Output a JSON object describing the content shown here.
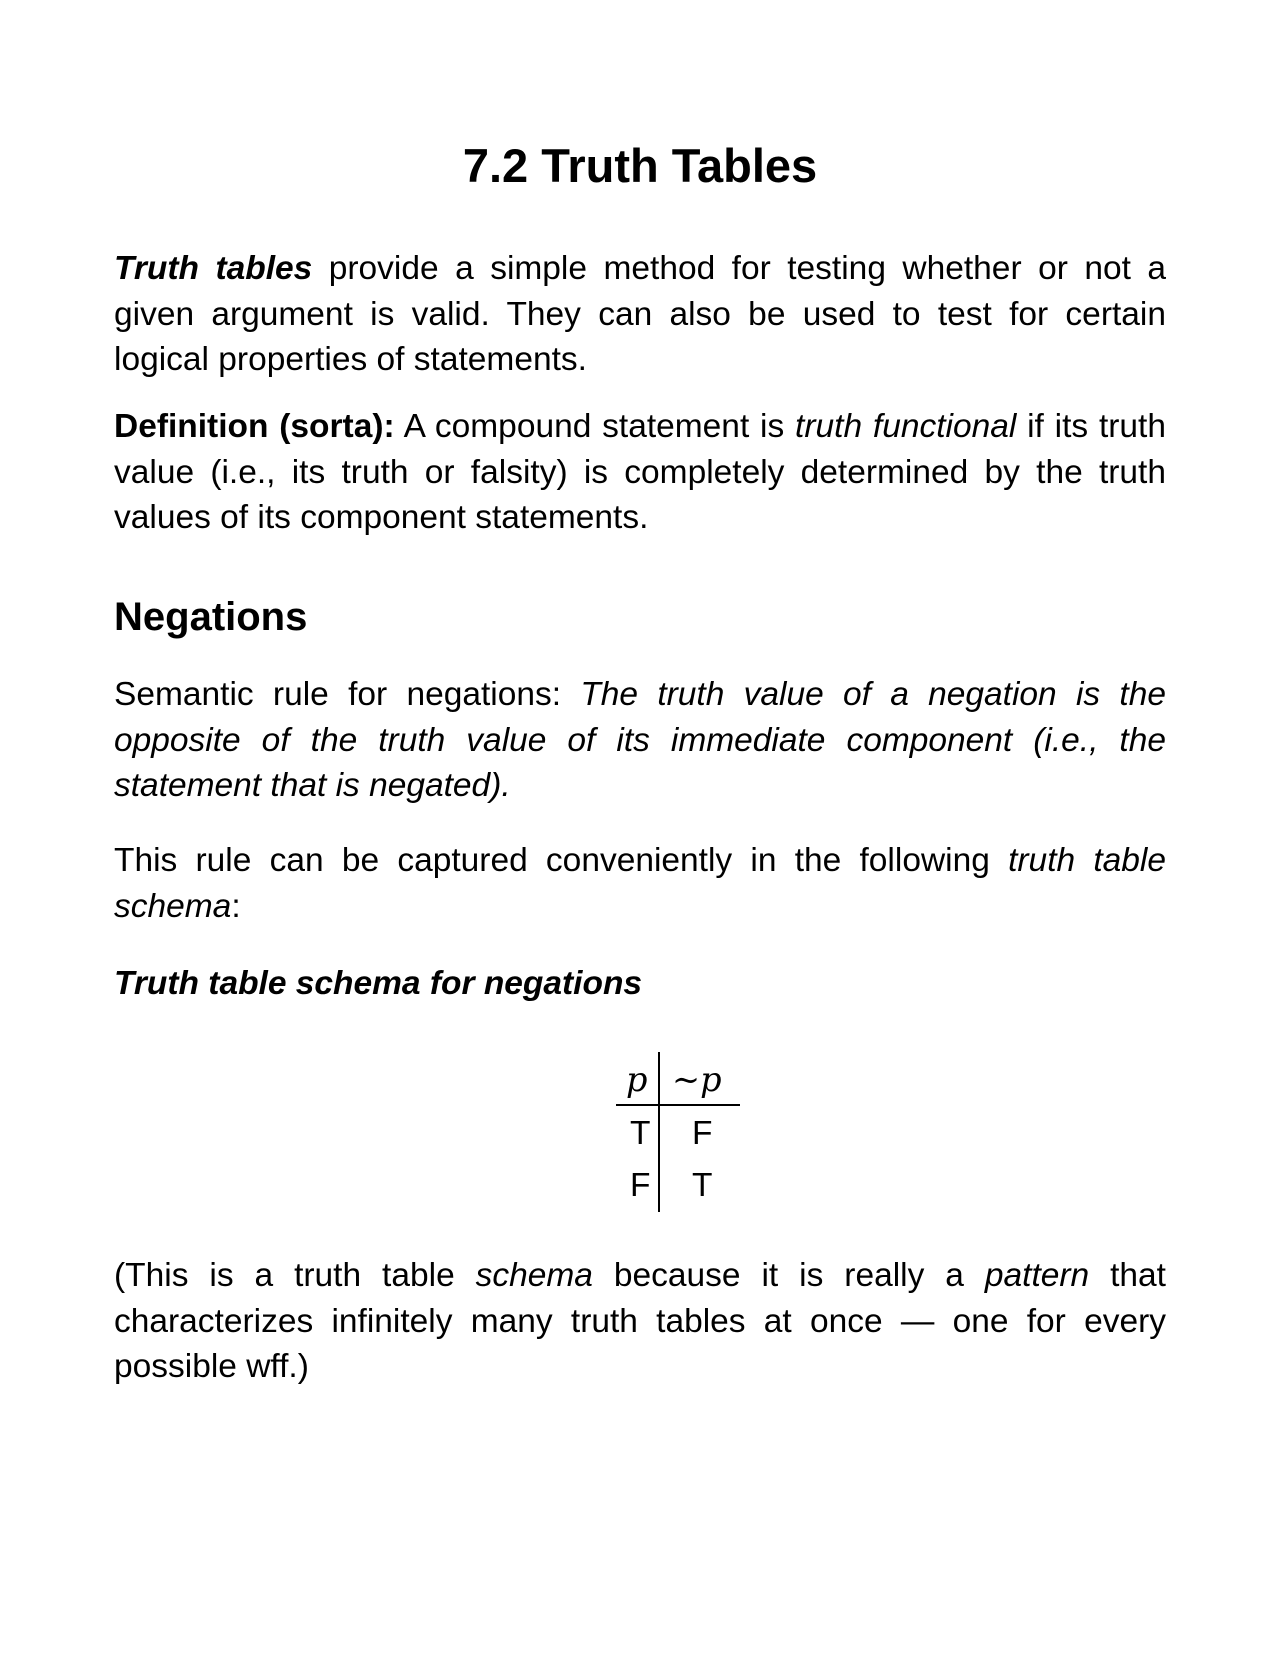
{
  "title": "7.2 Truth Tables",
  "intro": {
    "lead_bold_italic": "Truth tables",
    "text": " provide a simple method for testing whether or not a given argument is valid.  They can also be used to test for certain logical properties of statements."
  },
  "definition": {
    "label": "Definition (sorta):",
    "text_before": "  A compound statement is ",
    "term_italic": "truth functional",
    "text_after": " if its truth value (i.e., its truth or falsity) is completely determined by the truth values of its component statements."
  },
  "section": {
    "heading": "Negations",
    "rule": {
      "prefix": "Semantic rule for negations:  ",
      "italic_text": "The truth value of a negation is the opposite of the truth value of its immediate component (i.e., the statement that is negated)."
    },
    "capture": {
      "text_before": "This rule can be captured conveniently in the following ",
      "italic_text": "truth table schema",
      "text_after": ":"
    },
    "schema_heading": "Truth table schema for negations",
    "truth_table": {
      "headers": [
        "p",
        "∼p"
      ],
      "rows": [
        [
          "T",
          "F"
        ],
        [
          "F",
          "T"
        ]
      ]
    },
    "note": {
      "part1": "(This is a truth table ",
      "italic1": "schema",
      "part2": " because it is really a ",
      "italic2": "pattern",
      "part3": " that characterizes infinitely many truth tables at once — one for every possible wff.)"
    }
  }
}
